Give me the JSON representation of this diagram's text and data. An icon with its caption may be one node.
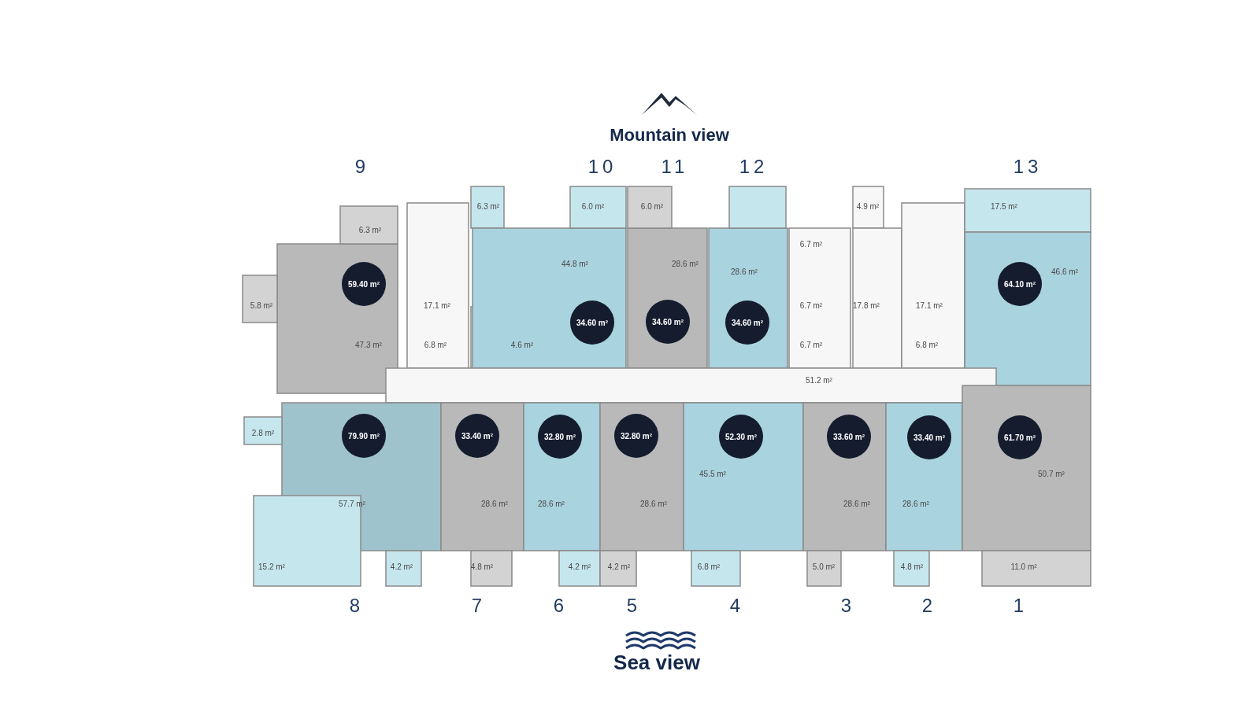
{
  "diagram": {
    "nodes": [
      {
        "text": [
          "59.40 m²"
        ]
      },
      {
        "text": [
          "34.60 m²"
        ]
      },
      {
        "text": [
          "34.60 m²"
        ]
      },
      {
        "text": [
          "34.60 m²"
        ]
      },
      {
        "text": [
          "64.10 m²"
        ]
      },
      {
        "text": [
          "79.90 m²"
        ]
      },
      {
        "text": [
          "33.40 m²"
        ]
      },
      {
        "text": [
          "32.80 m²"
        ]
      },
      {
        "text": [
          "32.80 m²"
        ]
      },
      {
        "text": [
          "52.30 m²"
        ]
      },
      {
        "text": [
          "33.60 m²"
        ]
      },
      {
        "text": [
          "33.40 m²"
        ]
      },
      {
        "text": [
          "61.70 m²"
        ]
      }
    ],
    "labels": [
      "Mountain view",
      "9",
      "10",
      "11",
      "12",
      "13",
      "6.3 m²",
      "6.0 m²",
      "6.0 m²",
      "4.9 m²",
      "17.5 m²",
      "6.3 m²",
      "6.7 m²",
      "44.8 m²",
      "28.6 m²",
      "28.6 m²",
      "46.6 m²",
      "5.8 m²",
      "17.1 m²",
      "6.7 m²",
      "17.8 m²",
      "17.1 m²",
      "47.3 m²",
      "6.8 m²",
      "4.6 m²",
      "6.7 m²",
      "6.8 m²",
      "51.2 m²",
      "2.8 m²",
      "45.5 m²",
      "50.7 m²",
      "57.7 m²",
      "28.6 m²",
      "28.6 m²",
      "28.6 m²",
      "28.6 m²",
      "28.6 m²",
      "15.2 m²",
      "4.2 m²",
      "4.8 m²",
      "4.2 m²",
      "4.2 m²",
      "6.8 m²",
      "5.0 m²",
      "4.8 m²",
      "11.0 m²",
      "8",
      "7",
      "6",
      "5",
      "4",
      "3",
      "2",
      "1",
      "Sea view"
    ]
  }
}
